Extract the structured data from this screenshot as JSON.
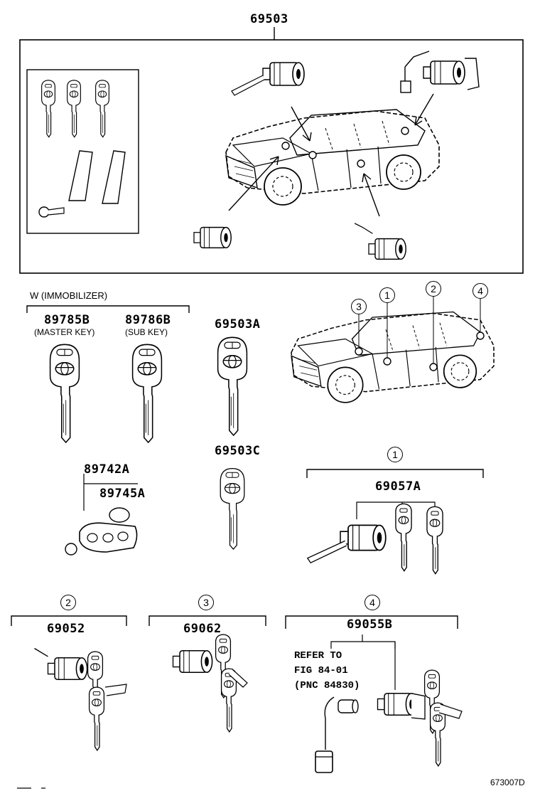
{
  "header": {
    "assembly_number": "69503"
  },
  "immobilizer": {
    "label": "W (IMMOBILIZER)"
  },
  "parts": {
    "master_key": {
      "number": "89785B",
      "sub": "(MASTER KEY)"
    },
    "sub_key": {
      "number": "89786B",
      "sub": "(SUB KEY)"
    },
    "key_a": {
      "number": "69503A"
    },
    "key_c": {
      "number": "69503C"
    },
    "transmitter": {
      "number": "89742A"
    },
    "battery": {
      "number": "89745A"
    },
    "ignition_set": {
      "number": "69057A"
    },
    "door_cyl": {
      "number": "69052"
    },
    "glovebox_cyl": {
      "number": "69062"
    },
    "back_door_cyl": {
      "number": "69055B"
    }
  },
  "callouts": {
    "c1": "1",
    "c2": "2",
    "c3": "3",
    "c4": "4"
  },
  "note": {
    "text": "REFER TO\nFIG 84-01\n(PNC 84830)"
  },
  "figure": {
    "id": "673007D"
  },
  "icons": [
    "key-icon",
    "truck-icon",
    "lock-cylinder-icon",
    "transmitter-icon",
    "battery-icon"
  ]
}
